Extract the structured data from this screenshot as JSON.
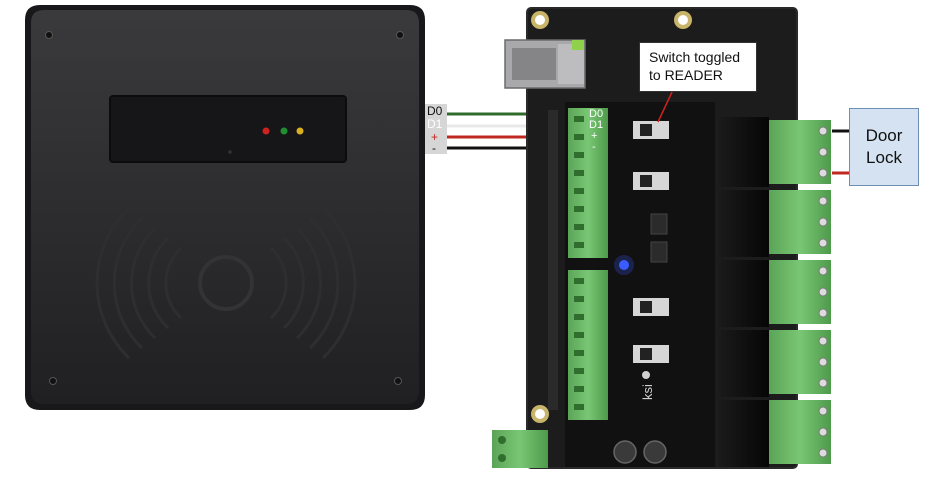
{
  "callouts": {
    "switch_line1": "Switch toggled",
    "switch_line2": "to READER",
    "lock_line1": "Door",
    "lock_line2": "Lock"
  },
  "reader_wires": [
    "D0",
    "D1",
    "+",
    "-"
  ],
  "board_pins": [
    "D0",
    "D1",
    "+",
    "-"
  ],
  "board_brand": "ksi",
  "colors": {
    "reader_body": "#2a2a2c",
    "pcb": "#1c1c1c",
    "terminal_green": "#6fbf6a",
    "relay_black": "#0f0f0f",
    "wire_green": "#2f6b2a",
    "wire_white": "#e8e8e8",
    "wire_red": "#c0281f",
    "wire_black": "#111111",
    "led_red": "#d02020",
    "led_green": "#1f8f2f",
    "led_yellow": "#d8b020",
    "status_led_blue": "#3a5cff",
    "lock_box_fill": "#d4e2f1"
  },
  "icons": [
    "rfid-reader-icon",
    "access-controller-board-icon",
    "ethernet-port-icon",
    "relay-icon",
    "terminal-block-icon"
  ]
}
